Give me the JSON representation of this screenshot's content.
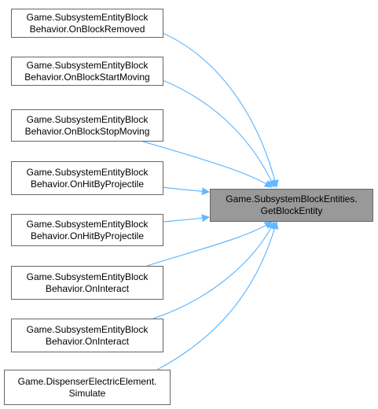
{
  "colors": {
    "edge": "#63b8ff",
    "node_border": "#666666",
    "node_fill": "#ffffff",
    "target_fill": "#999999"
  },
  "target": {
    "line1": "Game.SubsystemBlockEntities.",
    "line2": "GetBlockEntity"
  },
  "callers": [
    {
      "line1": "Game.SubsystemEntityBlock",
      "line2": "Behavior.OnBlockRemoved"
    },
    {
      "line1": "Game.SubsystemEntityBlock",
      "line2": "Behavior.OnBlockStartMoving"
    },
    {
      "line1": "Game.SubsystemEntityBlock",
      "line2": "Behavior.OnBlockStopMoving"
    },
    {
      "line1": "Game.SubsystemEntityBlock",
      "line2": "Behavior.OnHitByProjectile"
    },
    {
      "line1": "Game.SubsystemEntityBlock",
      "line2": "Behavior.OnHitByProjectile"
    },
    {
      "line1": "Game.SubsystemEntityBlock",
      "line2": "Behavior.OnInteract"
    },
    {
      "line1": "Game.SubsystemEntityBlock",
      "line2": "Behavior.OnInteract"
    },
    {
      "line1": "Game.DispenserElectricElement.",
      "line2": "Simulate"
    }
  ]
}
